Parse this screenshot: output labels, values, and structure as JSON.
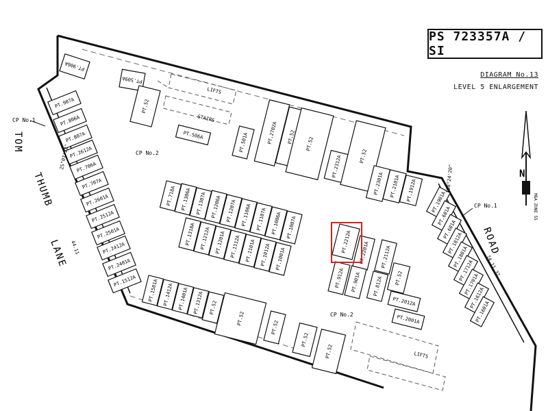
{
  "header": {
    "plan_number": "PS 723357A / SI",
    "diagram_title": "DIAGRAM No.13",
    "diagram_subtitle": "LEVEL 5 ENLARGEMENT"
  },
  "streets": {
    "left_words": [
      "TOM",
      "THUMB",
      "LANE"
    ],
    "right_word": "ROAD"
  },
  "annotations": {
    "cp1_left": "CP No.1",
    "cp1_right": "CP No.1",
    "cp2_left": "CP No.2",
    "cp2_bottom": "CP No.2",
    "lifts_top": "LIFTS",
    "stairs_top": "STAIRS",
    "lifts_bottom": "LIFTS",
    "dim_left_top": "ZS°07'22\"",
    "dim_left_mid": "44.11",
    "dim_right_top": "158°24'20\"",
    "dim_right_mid": "74.11.37",
    "north_label": "N",
    "mga_label": "MGA ZONE 55"
  },
  "highlight": {
    "lot": "PT.2212A",
    "color": "#d9201f"
  },
  "lots": [
    {
      "label": "PT.906A"
    },
    {
      "label": "PT.907A"
    },
    {
      "label": "PT.806A"
    },
    {
      "label": "PT.807A"
    },
    {
      "label": "PT.2612A"
    },
    {
      "label": "PT.706A"
    },
    {
      "label": "PT.707A"
    },
    {
      "label": "PT.2601A"
    },
    {
      "label": "PT.2512A"
    },
    {
      "label": "PT.2501A"
    },
    {
      "label": "PT.2412A"
    },
    {
      "label": "PT.2401A"
    },
    {
      "label": "PT.1512A"
    },
    {
      "label": "PT.509A"
    },
    {
      "label": "PT.52"
    },
    {
      "label": "PT.506A"
    },
    {
      "label": "PT.501A"
    },
    {
      "label": "PT.2702A"
    },
    {
      "label": "PT.52"
    },
    {
      "label": "PT.52"
    },
    {
      "label": "PT.2312A"
    },
    {
      "label": "PT.52"
    },
    {
      "label": "PT.2301A"
    },
    {
      "label": "PT.2101A"
    },
    {
      "label": "PT.1912A"
    },
    {
      "label": "PT.1901A"
    },
    {
      "label": "PT.601A"
    },
    {
      "label": "PT.601A"
    },
    {
      "label": "PT.1812A"
    },
    {
      "label": "PT.1801A"
    },
    {
      "label": "PT.1712A"
    },
    {
      "label": "PT.1701A"
    },
    {
      "label": "PT.1612A"
    },
    {
      "label": "PT.1601A"
    },
    {
      "label": "PT.718A"
    },
    {
      "label": "PT.1306A"
    },
    {
      "label": "PT.1307A"
    },
    {
      "label": "PT.1206A"
    },
    {
      "label": "PT.1207A"
    },
    {
      "label": "PT.1106A"
    },
    {
      "label": "PT.1107A"
    },
    {
      "label": "PT.1006A"
    },
    {
      "label": "PT.1007A"
    },
    {
      "label": "PT.1318A"
    },
    {
      "label": "PT.1212A"
    },
    {
      "label": "PT.1201A"
    },
    {
      "label": "PT.1112A"
    },
    {
      "label": "PT.1101A"
    },
    {
      "label": "PT.1012A"
    },
    {
      "label": "PT.1001A"
    },
    {
      "label": "PT.2212A"
    },
    {
      "label": "PT.2201A"
    },
    {
      "label": "PT.2112A"
    },
    {
      "label": "PT.912A"
    },
    {
      "label": "PT.901A"
    },
    {
      "label": "PT.812A"
    },
    {
      "label": "PT.52"
    },
    {
      "label": "PT.2012A"
    },
    {
      "label": "PT.2001A"
    },
    {
      "label": "PT.1501A"
    },
    {
      "label": "PT.1412A"
    },
    {
      "label": "PT.1401A"
    },
    {
      "label": "PT.1312A"
    },
    {
      "label": "PT.52"
    },
    {
      "label": "PT.52"
    },
    {
      "label": "PT.52"
    },
    {
      "label": "PT.52"
    },
    {
      "label": "PT.52"
    }
  ]
}
